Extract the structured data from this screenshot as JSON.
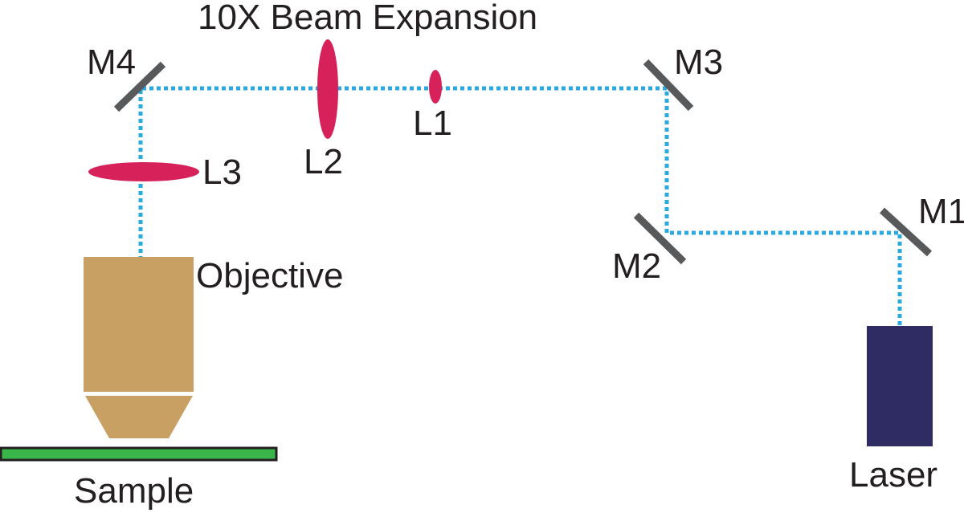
{
  "title": "10X Beam Expansion",
  "components": {
    "m1": {
      "label": "M1"
    },
    "m2": {
      "label": "M2"
    },
    "m3": {
      "label": "M3"
    },
    "m4": {
      "label": "M4"
    },
    "l1": {
      "label": "L1"
    },
    "l2": {
      "label": "L2"
    },
    "l3": {
      "label": "L3"
    },
    "objective": {
      "label": "Objective"
    },
    "sample": {
      "label": "Sample"
    },
    "laser": {
      "label": "Laser"
    }
  },
  "colors": {
    "beam": "#29a9e1",
    "mirror": "#58595b",
    "lens": "#d7215b",
    "objective": "#c8a064",
    "sample_fill": "#39b54a",
    "sample_stroke": "#231f20",
    "laser": "#2e2c62",
    "text": "#231f20"
  }
}
